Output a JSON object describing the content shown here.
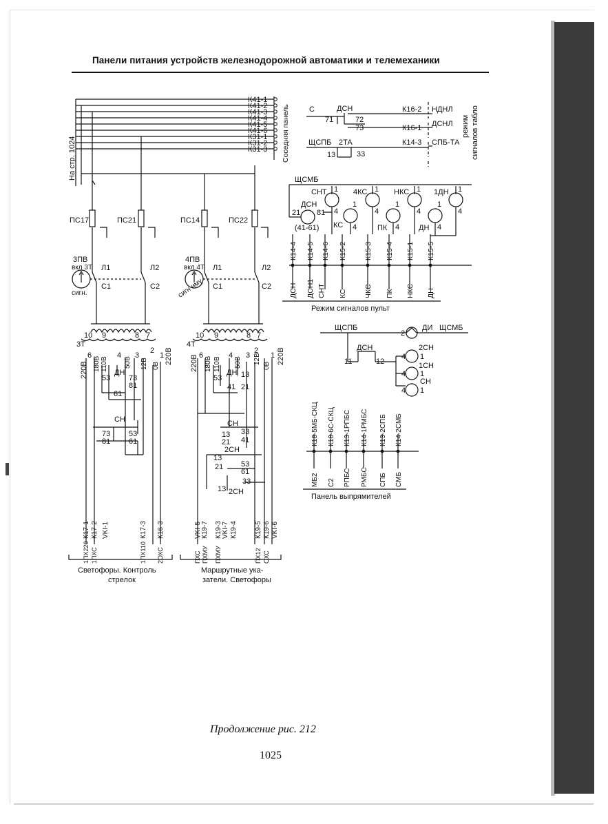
{
  "header": {
    "title": "Панели питания устройств железнодорожной автоматики и телемеханики"
  },
  "footer": {
    "caption": "Продолжение рис. 212",
    "page_number": "1025"
  },
  "top_bus": {
    "ref": "На стр. 1024",
    "neighbor": "Соседняя панель",
    "wires": [
      "К41-1",
      "К41-2",
      "К41-3",
      "К41-4",
      "К41-5",
      "К41-6",
      "К31-1",
      "К31-2",
      "К31-3"
    ]
  },
  "tablo": {
    "c": "С",
    "dsn": "ДСН",
    "n71": "71",
    "n72": "72",
    "n73": "73",
    "k162": "К16-2",
    "k161": "К16-1",
    "ndnl": "НДНЛ",
    "dsnl": "ДСНЛ",
    "shchspb": "ЩСПБ",
    "ta2": "2ТА",
    "n13": "13",
    "n33": "33",
    "k143": "К14-3",
    "spbta": "СПБ-ТА",
    "mode": "режим",
    "signals": "сигналов табло"
  },
  "pult": {
    "shchsmb": "ЩСМБ",
    "relay_names": [
      "СНТ",
      "4КС",
      "НКС",
      "1ДН",
      "ДСН",
      "КС",
      "ПК",
      "ДН"
    ],
    "dsn_contacts": [
      "21",
      "81",
      "(41-61)"
    ],
    "pin1": "1",
    "pin4": "4",
    "bottom_labels": [
      "К14-4",
      "К14-5",
      "К14-6",
      "К15-2",
      "К15-3",
      "К15-4",
      "К15-1",
      "К15-5"
    ],
    "line_labels": [
      "ДСН",
      "ДСН1",
      "СНТ",
      "КС",
      "ЧКС",
      "ПК",
      "НКС",
      "ДН"
    ],
    "title": "Режим сигналов пульт"
  },
  "dimmer": {
    "shchspb": "ЩСПБ",
    "di": "ДИ",
    "shchsmb": "ЩСМБ",
    "dsn": "ДСН",
    "n11": "11",
    "n12": "12",
    "n2": "2",
    "sn2": "2СН",
    "sn1": "1СН",
    "sn": "СН",
    "n4": "4",
    "n1": "1"
  },
  "rectifier": {
    "top_labels": [
      "К18-5МБ-СКЦ",
      "К18-6С-СКЦ",
      "К13-1РПБС",
      "К14-1РМБС",
      "К13-2СПБ",
      "К14-2СМБ"
    ],
    "bottom_labels": [
      "МБ2",
      "С2",
      "РПБС",
      "РМБС",
      "СПБ",
      "СМБ"
    ],
    "title": "Панель выпрямителей"
  },
  "panel_left": {
    "fuse1": "ПС17",
    "fuse2": "ПС21",
    "switch_name": "3ПВ",
    "switch_on": "вкл 3Т",
    "switch_sig": "сигн.",
    "l1": "Л1",
    "l2": "Л2",
    "c1": "С1",
    "c2": "С2",
    "tap10": "10",
    "tap9": "9",
    "tap8": "8",
    "tap7": "7",
    "transformer": "3Т",
    "v220": "220В",
    "taps": [
      "6",
      "180В",
      "110В",
      "4",
      "50В",
      "3",
      "12В",
      "2",
      "1",
      "0В"
    ],
    "dn": "ДН",
    "dn_contacts": [
      "53",
      "73",
      "81",
      "61"
    ],
    "sn": "СН",
    "sn_contacts": [
      "73",
      "81",
      "53",
      "61"
    ],
    "bottom_top": [
      "К17-1",
      "К17-2",
      "VKI-1",
      "К17-3",
      "К16-3"
    ],
    "bottom_bot": [
      "1ПХ220",
      "1ПХС",
      "1ПХ110",
      "2ОХС"
    ],
    "title_line1": "Светофоры. Контроль",
    "title_line2": "стрелок"
  },
  "panel_right": {
    "fuse1": "ПС14",
    "fuse2": "ПС22",
    "switch_name": "4ПВ",
    "switch_on": "вкл 4Т",
    "switch_sig": "сигн иму",
    "l1": "Л1",
    "l2": "Л2",
    "c1": "С1",
    "c2": "С2",
    "tap10": "10",
    "tap9": "9",
    "tap8": "8",
    "tap7": "7",
    "transformer": "4Т",
    "v220": "220В",
    "taps": [
      "6",
      "180В",
      "110В",
      "4",
      "50В",
      "3",
      "2",
      "12В",
      "1",
      "0В"
    ],
    "dn": "ДН",
    "dn_contacts": [
      "53",
      "13",
      "41",
      "21"
    ],
    "sn": "СН",
    "sn_contacts": [
      "33",
      "13",
      "21",
      "41"
    ],
    "sn2": "2СН",
    "sn2_contacts": [
      "13",
      "21",
      "53",
      "61",
      "33",
      "13"
    ],
    "sn2b": "2СН",
    "bottom_top": [
      "VKI-5",
      "К19-7",
      "К19-3",
      "VKI-7",
      "К19-4",
      "К19-5",
      "К19-6",
      "VKI-6"
    ],
    "bottom_bot": [
      "ПХС",
      "ПХМУ",
      "ПХМУ",
      "ПХ12",
      "ОХС"
    ],
    "title_line1": "Маршрутные ука-",
    "title_line2": "затели. Светофоры"
  }
}
